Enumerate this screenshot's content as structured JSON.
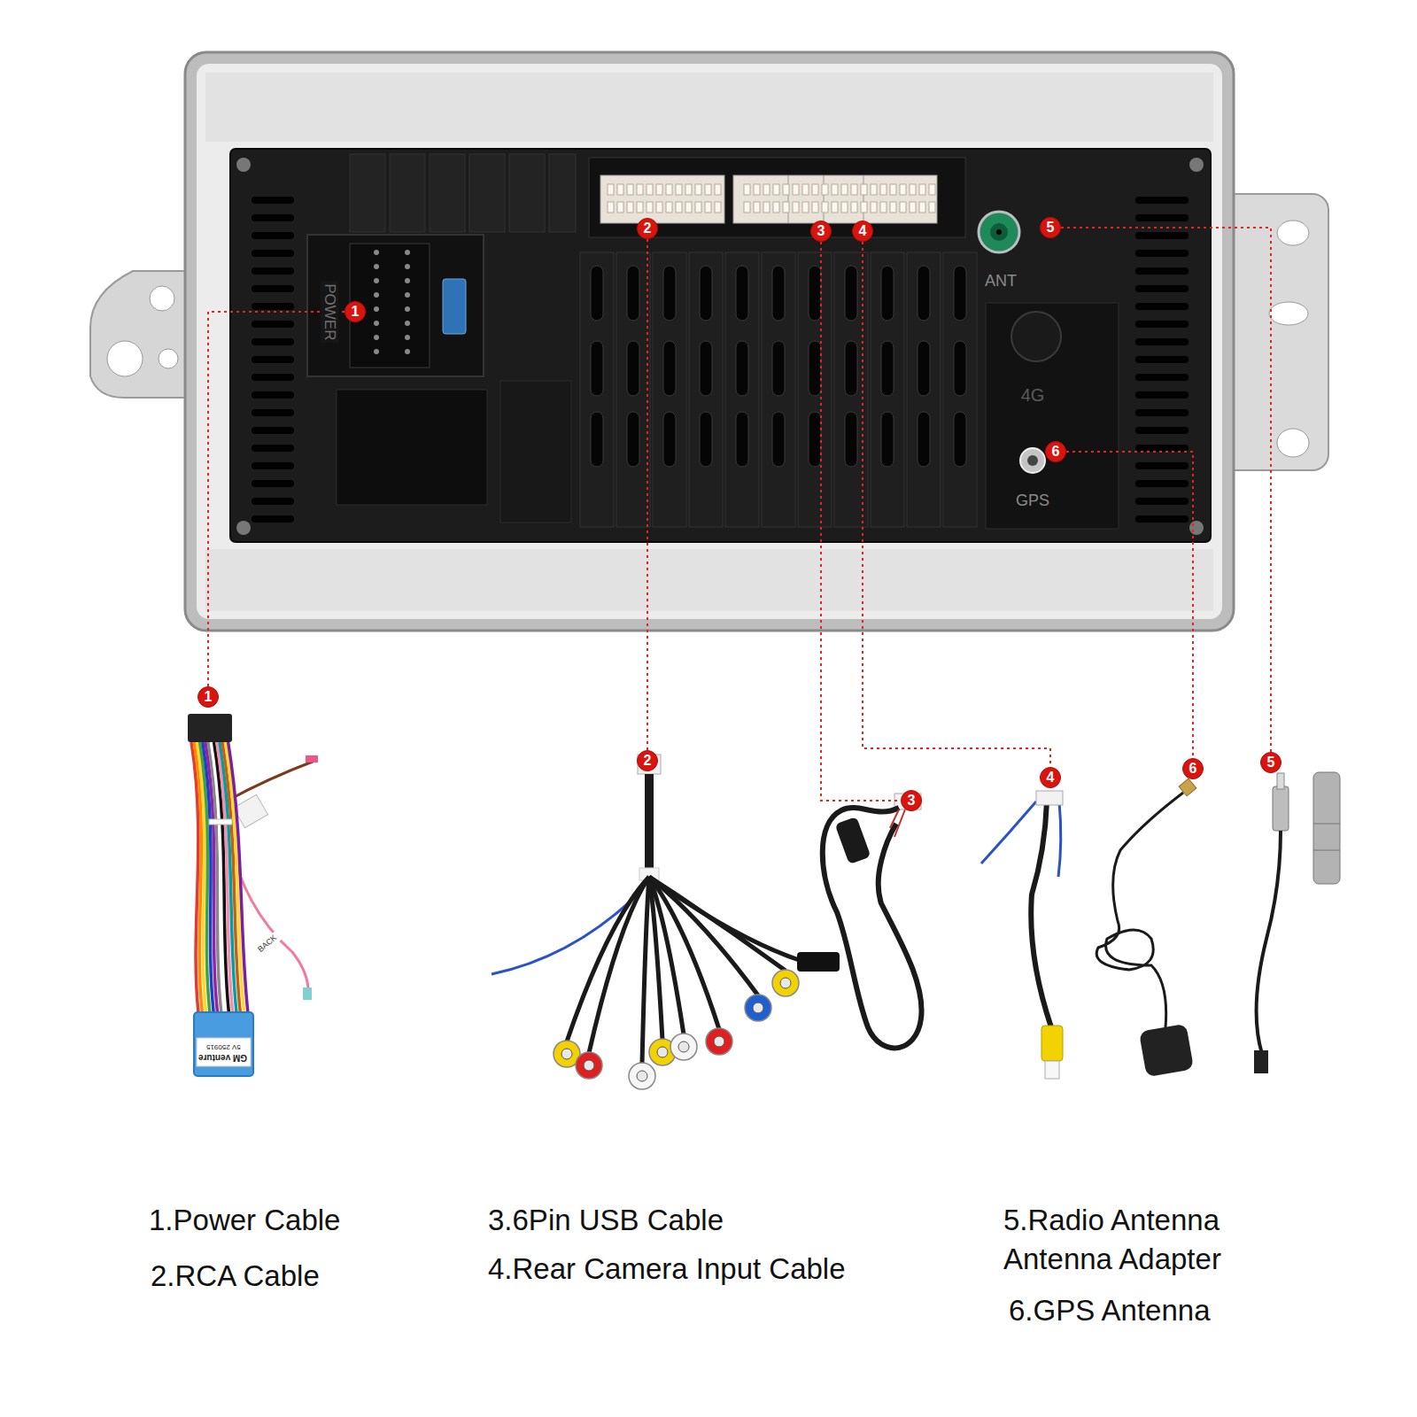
{
  "diagram": {
    "nodes": [
      {
        "text": [
          "1"
        ]
      },
      {
        "text": [
          "2"
        ]
      },
      {
        "text": [
          "3"
        ]
      },
      {
        "text": [
          "4"
        ]
      },
      {
        "text": [
          "5"
        ]
      },
      {
        "text": [
          "6"
        ]
      },
      {
        "text": [
          "1"
        ]
      },
      {
        "text": [
          "2"
        ]
      },
      {
        "text": [
          "3"
        ]
      },
      {
        "text": [
          "4"
        ]
      },
      {
        "text": [
          "5"
        ]
      },
      {
        "text": [
          "6"
        ]
      }
    ],
    "edges": [
      {
        "from": 0,
        "to": 6,
        "arrow": "none"
      },
      {
        "from": 1,
        "to": 7,
        "arrow": "none"
      },
      {
        "from": 2,
        "to": 8,
        "arrow": "none"
      },
      {
        "from": 3,
        "to": 9,
        "arrow": "none"
      },
      {
        "from": 4,
        "to": 10,
        "arrow": "none"
      },
      {
        "from": 5,
        "to": 11,
        "arrow": "none"
      }
    ],
    "labels": [
      "POWER",
      "ANT",
      "4G",
      "GPS",
      "BACK",
      "GM venture",
      "5V 250915",
      "1.Power Cable",
      "2.RCA Cable",
      "3.6Pin USB Cable",
      "4.Rear Camera Input Cable",
      "5.Radio Antenna",
      "Antenna Adapter",
      "6.GPS Antenna"
    ]
  }
}
